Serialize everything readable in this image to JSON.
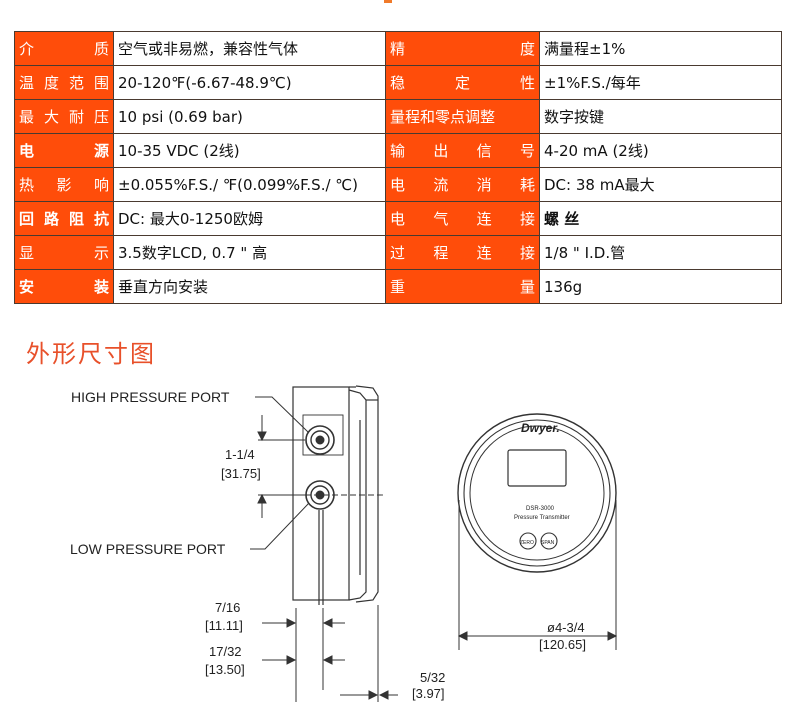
{
  "specs": {
    "rows": [
      {
        "l1": "介质",
        "v1": "空气或非易燃，兼容性气体",
        "l2": "精度",
        "v2": "满量程±1%"
      },
      {
        "l1": "温度范围",
        "v1": "20-120℉(-6.67-48.9℃)",
        "l2": "稳定性",
        "v2": "±1%F.S./每年"
      },
      {
        "l1": "最大耐压",
        "v1": "10 psi (0.69 bar)",
        "l2": "量程和零点调整",
        "v2": "数字按键"
      },
      {
        "l1": "电源",
        "v1": "10-35 VDC (2线)",
        "l2": "输出信号",
        "v2": "4-20 mA (2线)"
      },
      {
        "l1": "热影响",
        "v1": "±0.055%F.S./ ℉(0.099%F.S./ ℃)",
        "l2": "电流消耗",
        "v2": "DC: 38 mA最大"
      },
      {
        "l1": "回路阻抗",
        "v1": "DC: 最大0-1250欧姆",
        "l2": "电气连接",
        "v2": "螺 丝"
      },
      {
        "l1": "显示",
        "v1": "3.5数字LCD, 0.7 \" 高",
        "l2": "过程连接",
        "v2": "1/8 \" I.D.管"
      },
      {
        "l1": "安装",
        "v1": "垂直方向安装",
        "l2": "重量",
        "v2": "136g"
      }
    ]
  },
  "section_title": "外形尺寸图",
  "drawing": {
    "high_port_label": "HIGH PRESSURE PORT",
    "low_port_label": "LOW PRESSURE PORT",
    "dim_port_spacing": "1-1/4",
    "dim_port_spacing_mm": "[31.75]",
    "dim_a": "7/16",
    "dim_a_mm": "[11.11]",
    "dim_b": "17/32",
    "dim_b_mm": "[13.50]",
    "dim_c": "5/32",
    "dim_c_mm": "[3.97]",
    "dim_diameter": "ø4-3/4",
    "dim_diameter_mm": "[120.65]",
    "brand": "Dwyer.",
    "model": "DSR-3000",
    "product": "Pressure Transmitter"
  },
  "colors": {
    "label_bg": "#ff4d0a",
    "title": "#e8502a"
  }
}
